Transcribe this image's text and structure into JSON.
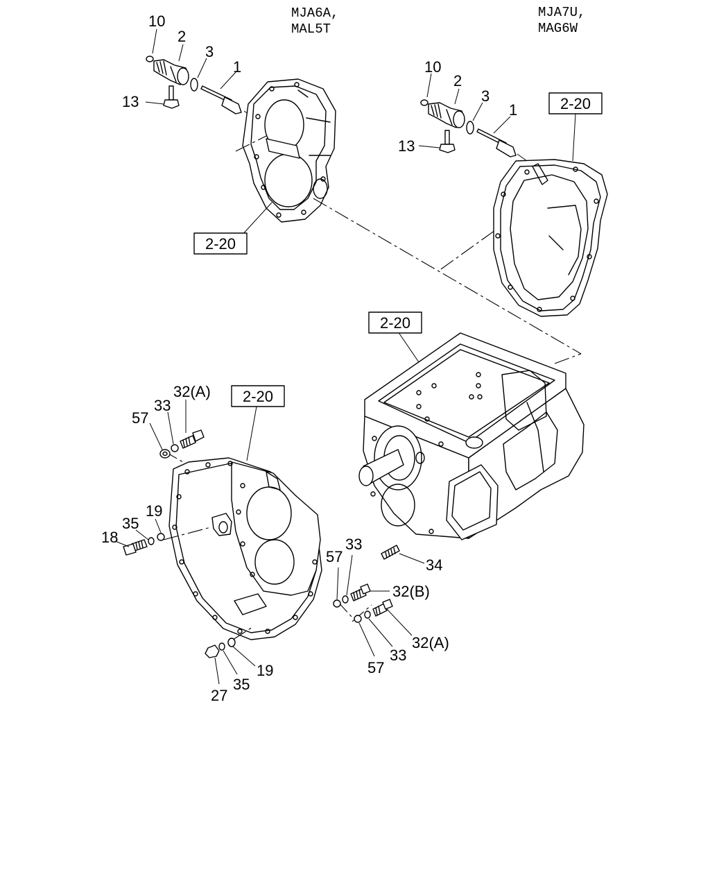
{
  "model_labels": {
    "left": [
      "MJA6A,",
      "MAL5T"
    ],
    "right": [
      "MJA7U,",
      "MAG6W"
    ]
  },
  "ref_boxes": [
    "2-20",
    "2-20",
    "2-20",
    "2-20"
  ],
  "callouts": {
    "left_group": [
      "10",
      "2",
      "3",
      "1",
      "13"
    ],
    "right_group": [
      "10",
      "2",
      "3",
      "1",
      "13"
    ],
    "flywheel_top": [
      "57",
      "33",
      "32(A)"
    ],
    "flywheel_left": [
      "19",
      "35",
      "18"
    ],
    "flywheel_bottom": [
      "27",
      "35",
      "19"
    ],
    "case_bottom": [
      "57",
      "33",
      "34",
      "32(B)",
      "57",
      "33",
      "32(A)"
    ]
  }
}
